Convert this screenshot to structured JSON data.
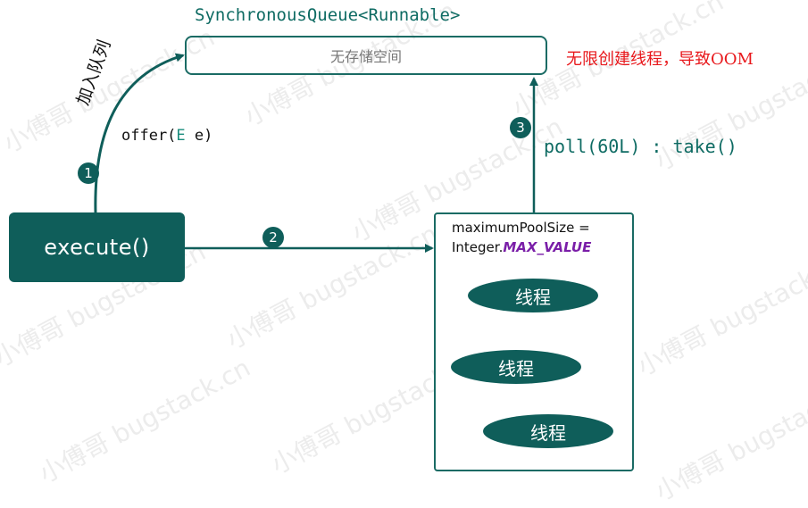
{
  "queue": {
    "title": "SynchronousQueue<Runnable>",
    "label": "无存储空间"
  },
  "warning": "无限创建线程，导致OOM",
  "execute_label": "execute()",
  "enqueue_label": "加入队列",
  "offer": {
    "prefix": "offer(",
    "param_type": "E",
    "param_rest": " e)"
  },
  "poll_label": "poll(60L) : take()",
  "steps": [
    "1",
    "2",
    "3"
  ],
  "pool": {
    "line1": "maximumPoolSize =",
    "line2_prefix": "Integer.",
    "line2_const": "MAX_VALUE"
  },
  "threads": [
    "线程",
    "线程",
    "线程"
  ],
  "watermark": "小傅哥 bugstack.cn",
  "colors": {
    "primary": "#0f5e5a",
    "warning": "#e8181c",
    "constant": "#7a1ea8"
  }
}
